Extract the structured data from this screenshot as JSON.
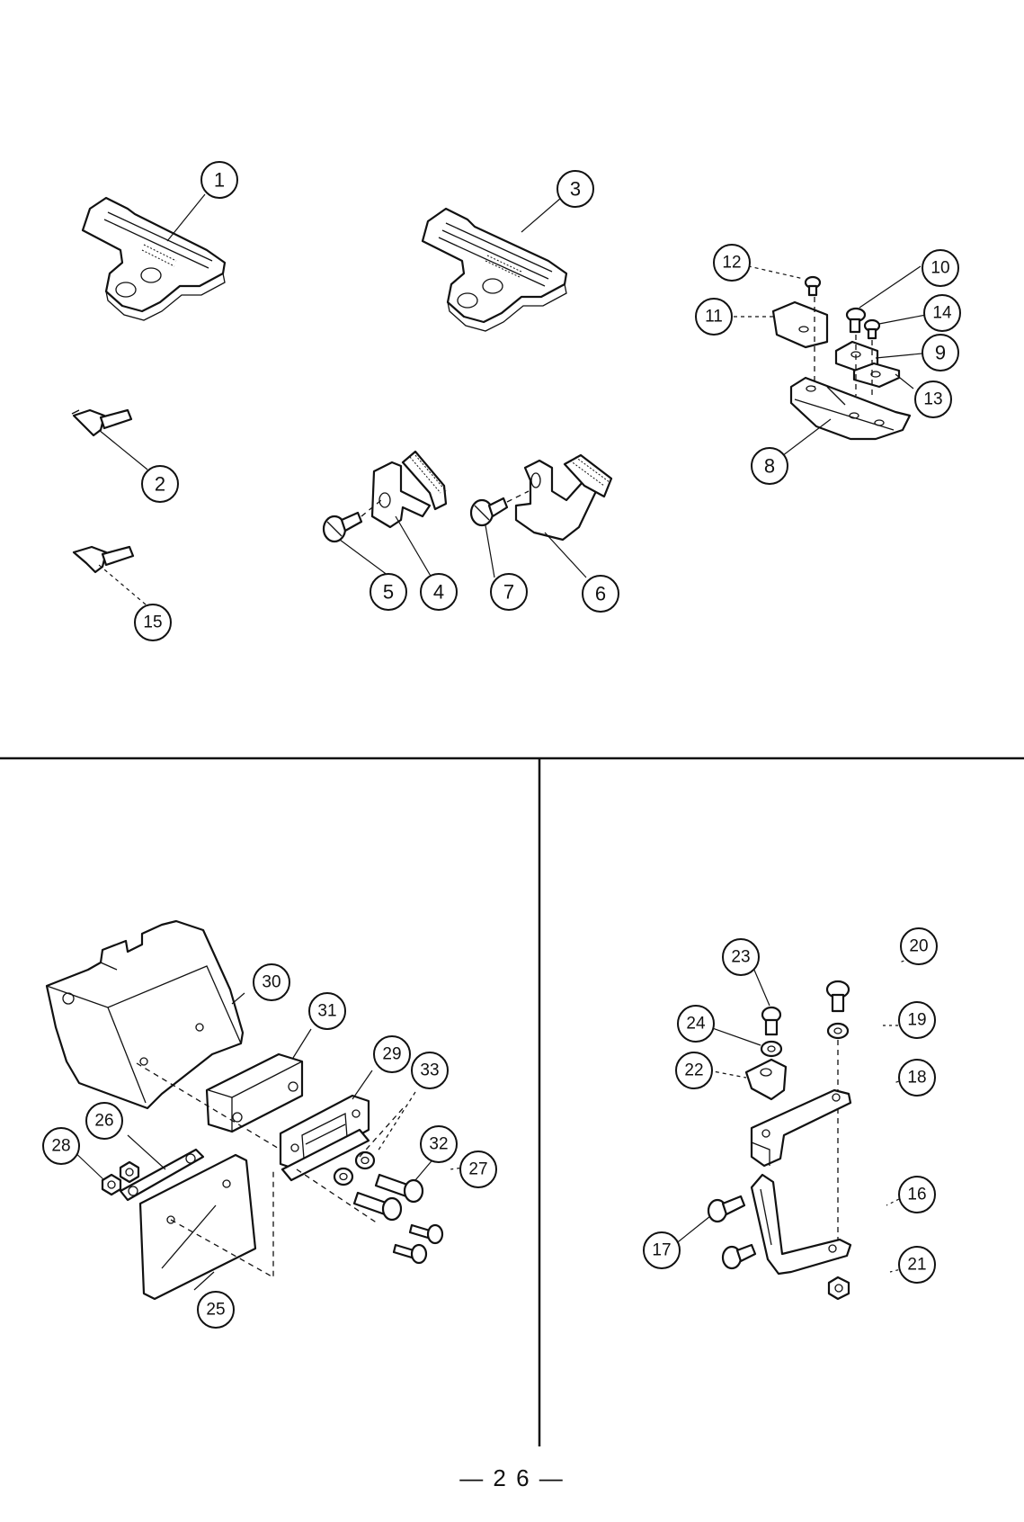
{
  "page_number": "— 2 6 —",
  "callouts": {
    "c1": "1",
    "c2": "2",
    "c3": "3",
    "c4": "4",
    "c5": "5",
    "c6": "6",
    "c7": "7",
    "c8": "8",
    "c9": "9",
    "c10": "10",
    "c11": "11",
    "c12": "12",
    "c13": "13",
    "c14": "14",
    "c15": "15",
    "c16": "16",
    "c17": "17",
    "c18": "18",
    "c19": "19",
    "c20": "20",
    "c21": "21",
    "c22": "22",
    "c23": "23",
    "c24": "24",
    "c25": "25",
    "c26": "26",
    "c27": "27",
    "c28": "28",
    "c29": "29",
    "c30": "30",
    "c31": "31",
    "c32": "32",
    "c33": "33"
  }
}
